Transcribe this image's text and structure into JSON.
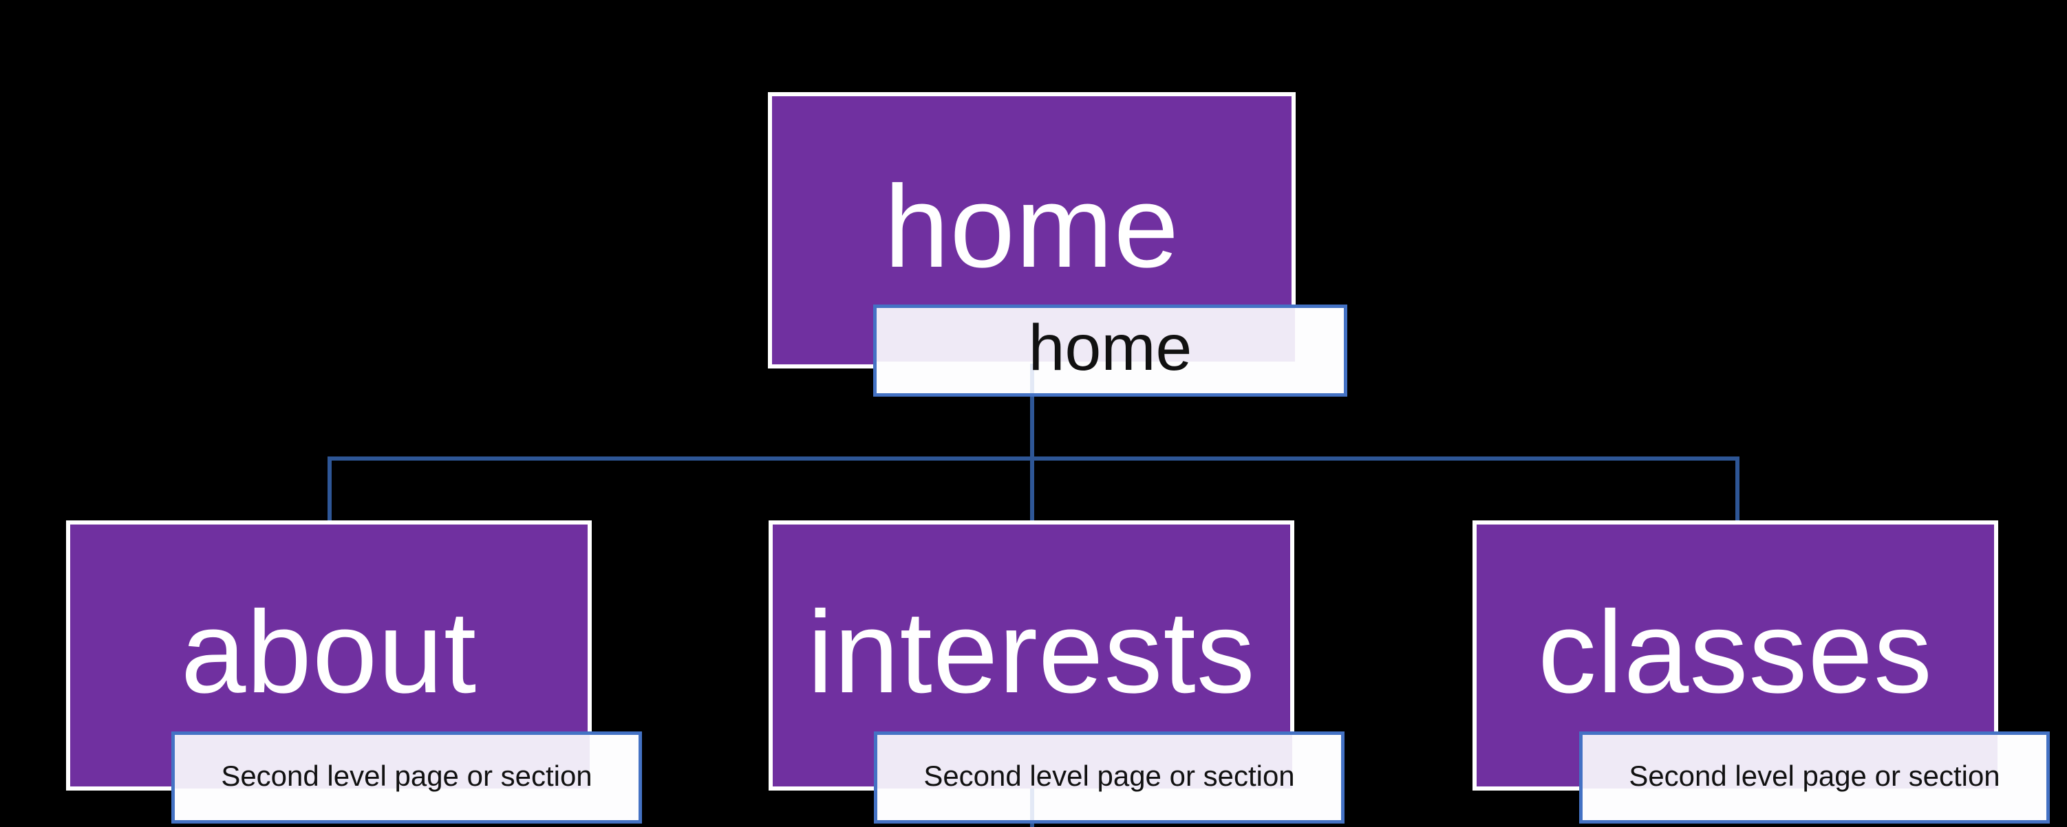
{
  "diagram": {
    "page_background": "#000000",
    "root": {
      "title": "home",
      "label": "home"
    },
    "children": [
      {
        "title": "about",
        "label": "Second level page or section"
      },
      {
        "title": "interests",
        "label": "Second level page or section"
      },
      {
        "title": "classes",
        "label": "Second level page or section"
      }
    ],
    "colors": {
      "page_bg": "#000000",
      "node_fill": "#7030A0",
      "node_border": "#FFFFFF",
      "node_text": "#FFFFFF",
      "label_fill": "#FDFDFE",
      "label_highlight": "#EFEAF6",
      "label_border": "#4472C4",
      "label_text": "#111111",
      "connector": "#2E5696"
    }
  }
}
